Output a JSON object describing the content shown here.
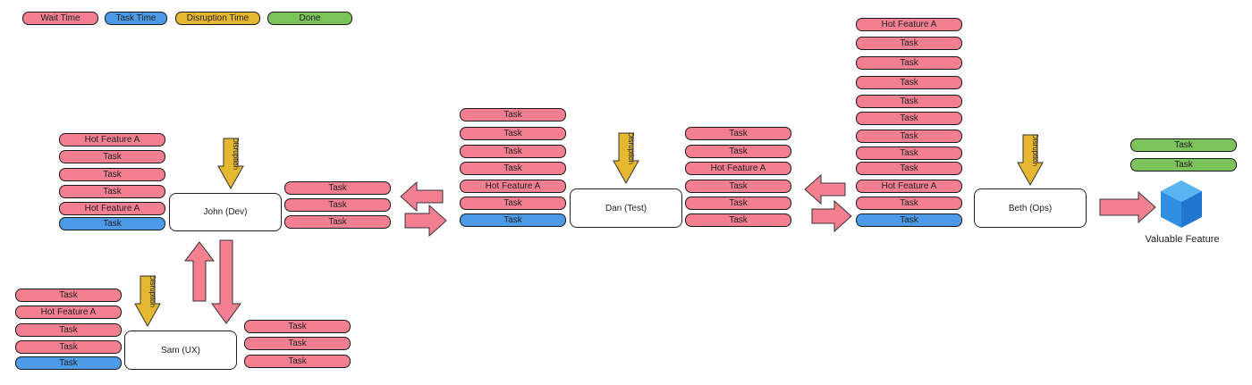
{
  "legend": [
    {
      "label": "Wait Time",
      "color": "#f47f91"
    },
    {
      "label": "Task Time",
      "color": "#4c9ae8"
    },
    {
      "label": "Disruption Time",
      "color": "#e6b730"
    },
    {
      "label": "Done",
      "color": "#7cc35b"
    }
  ],
  "labels": {
    "task": "Task",
    "hot_feature": "Hot Feature A",
    "disruption": "Disruption"
  },
  "roles": {
    "john": "John (Dev)",
    "sam": "Sam (UX)",
    "dan": "Dan (Test)",
    "beth": "Beth (Ops)"
  },
  "outcome": {
    "caption": "Valuable Feature"
  }
}
